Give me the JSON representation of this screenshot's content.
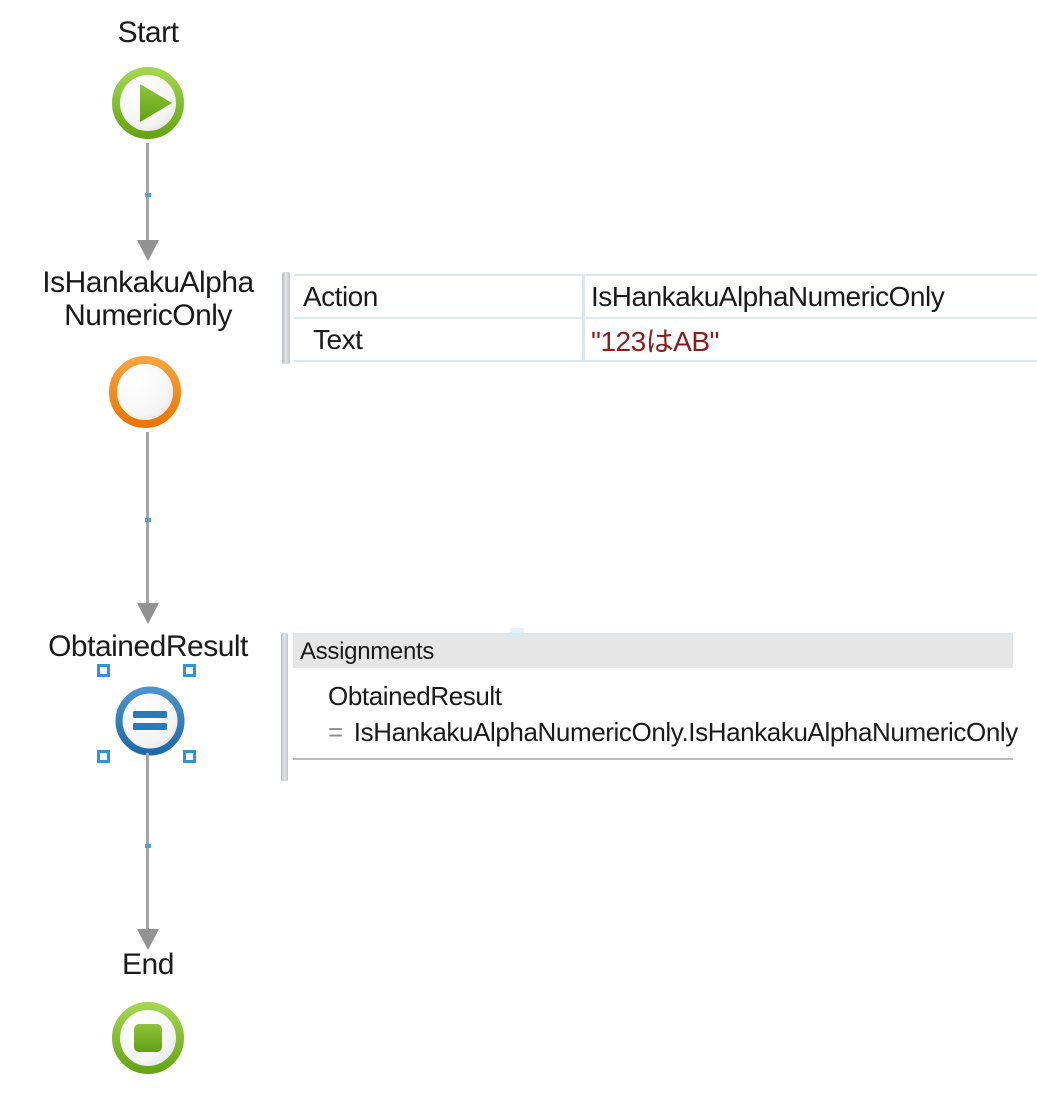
{
  "workflow": {
    "nodes": {
      "start": {
        "label": "Start",
        "type": "start"
      },
      "activity": {
        "label_line1": "IsHankakuAlpha",
        "label_line2": "NumericOnly",
        "type": "activity"
      },
      "assign": {
        "label": "ObtainedResult",
        "type": "assign",
        "selected": true
      },
      "end": {
        "label": "End",
        "type": "end"
      }
    }
  },
  "properties_table": {
    "rows": [
      {
        "name": "Action",
        "value": "IsHankakuAlphaNumericOnly"
      },
      {
        "name": "Text",
        "value": "\"123はAB\""
      }
    ]
  },
  "assignments": {
    "title": "Assignments",
    "entries": [
      {
        "target": "ObtainedResult",
        "operator": "=",
        "expression": "IsHankakuAlphaNumericOnly.IsHankakuAlphaNumericOnly"
      }
    ]
  },
  "colors": {
    "green_ring": "#76b82a",
    "orange_ring": "#ee7d10",
    "blue_ring": "#2a7ab8",
    "value_text_red": "#8b1d1d",
    "table_border_blue": "#d9e8f1",
    "header_gray": "#e6e6e6",
    "arrow_gray": "#a6a6a6",
    "selection_blue": "#2e96d8"
  }
}
